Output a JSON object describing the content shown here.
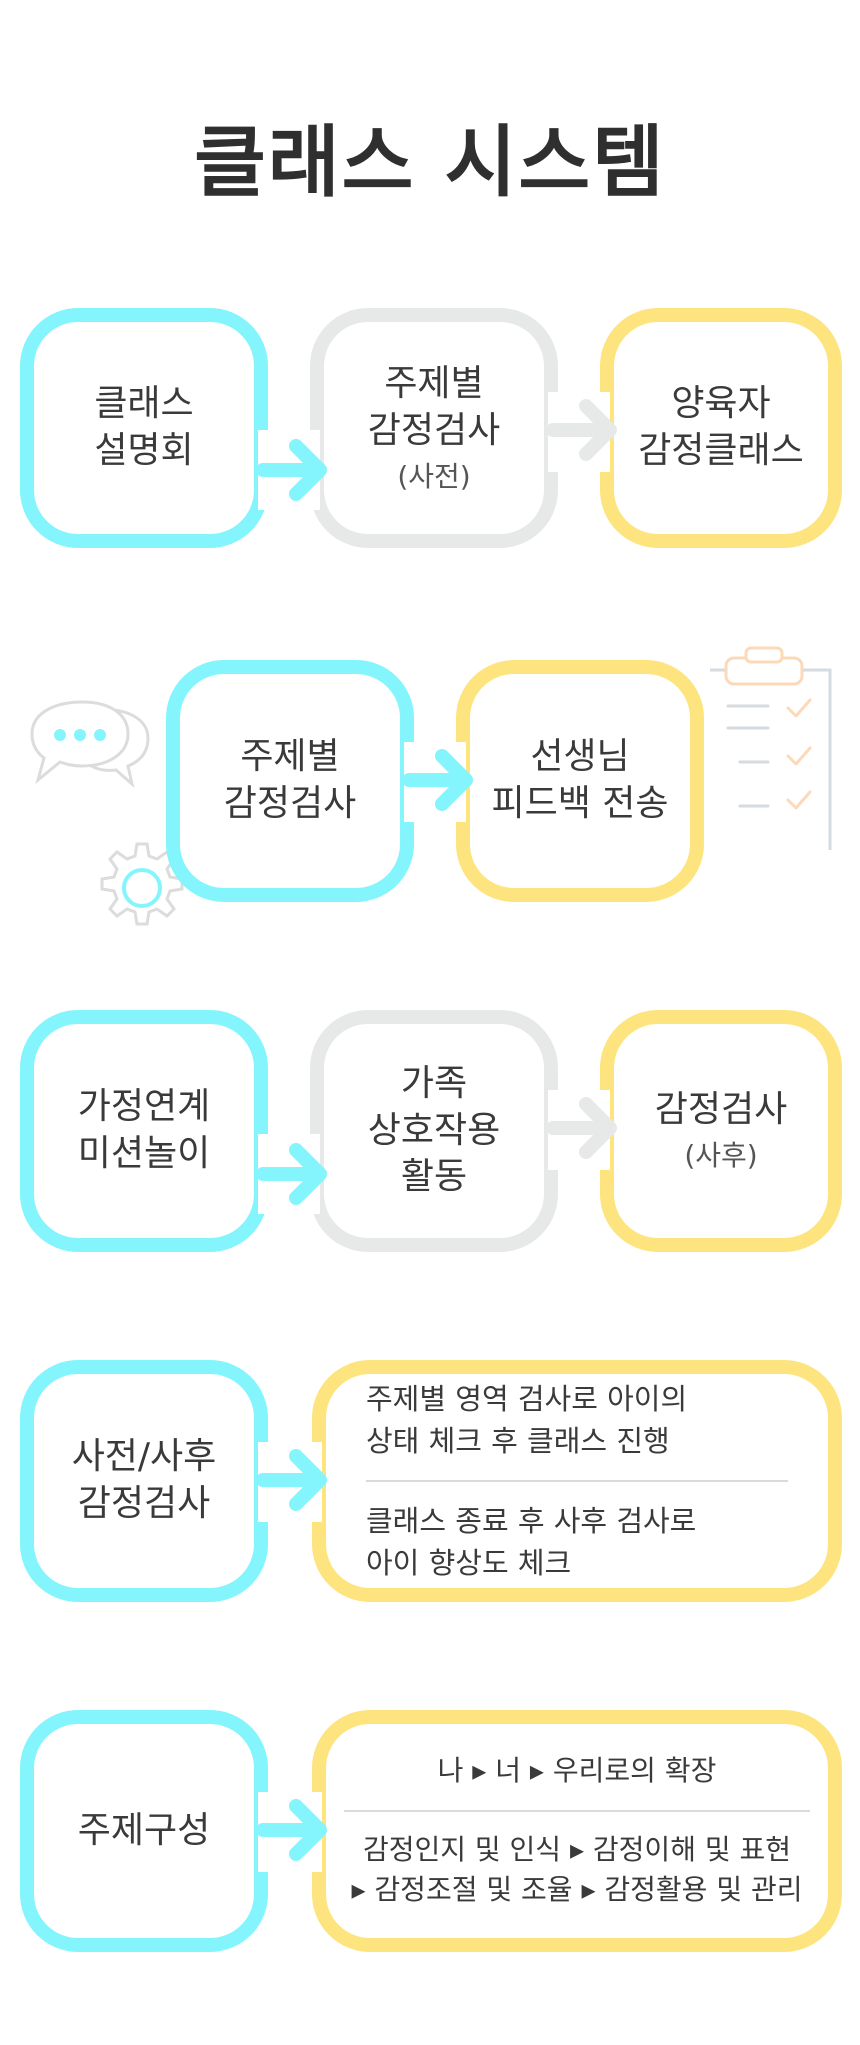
{
  "title": "클래스 시스템",
  "row1": {
    "box1": [
      "클래스",
      "설명회"
    ],
    "box2": [
      "주제별",
      "감정검사"
    ],
    "box2_sub": "(사전)",
    "box3": [
      "양육자",
      "감정클래스"
    ]
  },
  "row2": {
    "box1": [
      "주제별",
      "감정검사"
    ],
    "box2": [
      "선생님",
      "피드백 전송"
    ]
  },
  "row3": {
    "box1": [
      "가정연계",
      "미션놀이"
    ],
    "box2": [
      "가족",
      "상호작용",
      "활동"
    ],
    "box3": "감정검사",
    "box3_sub": "(사후)"
  },
  "row4": {
    "label": [
      "사전/사후",
      "감정검사"
    ],
    "detail_top": [
      "주제별 영역 검사로 아이의",
      "상태 체크 후 클래스 진행"
    ],
    "detail_bottom": [
      "클래스 종료 후 사후 검사로",
      "아이 향상도 체크"
    ]
  },
  "row5": {
    "label": "주제구성",
    "detail_top": "나 ▸ 너 ▸ 우리로의 확장",
    "detail_bottom": [
      "감정인지 및 인식 ▸ 감정이해 및 표현",
      "▸ 감정조절 및 조율 ▸ 감정활용 및 관리"
    ]
  },
  "colors": {
    "cyan": "#84f5fd",
    "gray": "#e7e9e9",
    "yellow": "#fee47f",
    "text": "#3a3a3a"
  },
  "icons": [
    "chat-bubbles-icon",
    "gear-icon",
    "clipboard-checklist-icon",
    "arrow-icon"
  ]
}
